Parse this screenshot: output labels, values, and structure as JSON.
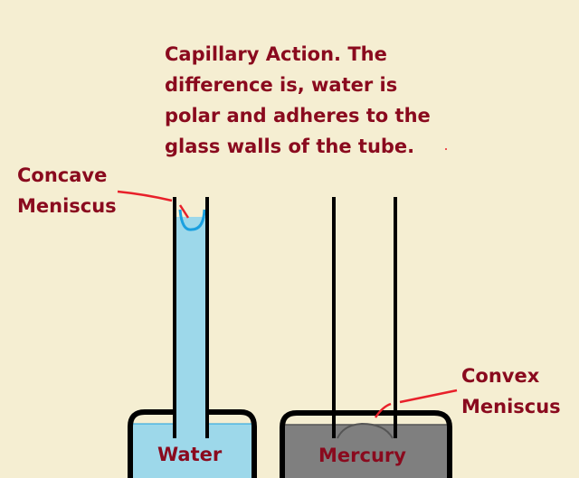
{
  "title_lines": [
    "Capillary Action. The",
    "difference is, water is",
    "polar and adheres to the",
    "glass walls of the tube."
  ],
  "labels": {
    "concave": [
      "Concave",
      "Meniscus"
    ],
    "convex": [
      "Convex",
      "Meniscus"
    ],
    "water": "Water",
    "mercury": "Mercury"
  },
  "colors": {
    "background": "#f5eed2",
    "text": "#8a0a1e",
    "water": "#9dd8ea",
    "meniscus": "#1aa0e0",
    "mercury": "#7f7f7f",
    "pointer": "#e8202a"
  }
}
